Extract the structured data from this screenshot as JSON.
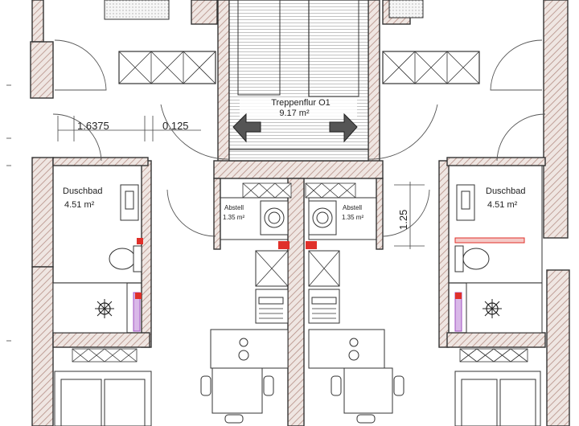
{
  "stairwell": {
    "name": "Treppenflur O1",
    "area": "9.17 m²"
  },
  "bath_left": {
    "name": "Duschbad",
    "area": "4.51 m²"
  },
  "bath_right": {
    "name": "Duschbad",
    "area": "4.51 m²"
  },
  "storage_left": {
    "name": "Abstell",
    "area": "1.35 m²"
  },
  "storage_right": {
    "name": "Abstell",
    "area": "1.35 m²"
  },
  "dimensions": {
    "d1": "1.6375",
    "d2": "0.125",
    "d3": "1.25"
  },
  "colors": {
    "wall": "#c9a8a0",
    "accent_red": "#e0302a",
    "accent_purple": "#a050c0"
  }
}
